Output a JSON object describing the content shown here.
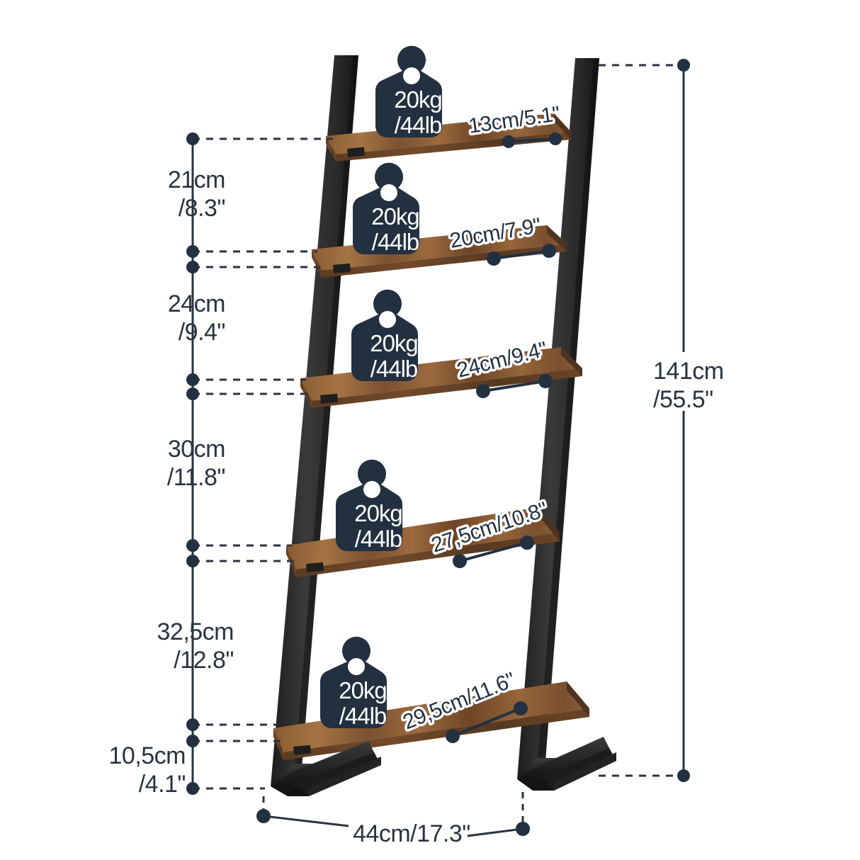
{
  "diagram": {
    "title": "Ladder Shelf Dimension Diagram",
    "colors": {
      "frame_black": "#2b2b2b",
      "wood_light": "#9a6b3d",
      "wood_mid": "#7d5330",
      "wood_dark": "#5e3d22",
      "navy": "#233040",
      "text": "#2a3340",
      "background": "#ffffff",
      "badge_text": "#ffffff"
    },
    "vertical_dimensions": [
      {
        "name": "shelf-gap-1",
        "cm": "21cm",
        "inch": "/8.3\""
      },
      {
        "name": "shelf-gap-2",
        "cm": "24cm",
        "inch": "/9.4\""
      },
      {
        "name": "shelf-gap-3",
        "cm": "30cm",
        "inch": "/11.8\""
      },
      {
        "name": "shelf-gap-4",
        "cm": "32,5cm",
        "inch": "/12.8\""
      },
      {
        "name": "floor-clearance",
        "cm": "10,5cm",
        "inch": "/4.1\""
      }
    ],
    "overall_height": {
      "cm": "141cm",
      "inch": "/55.5\""
    },
    "overall_width": {
      "label": "44cm/17.3\""
    },
    "shelf_depths": [
      {
        "name": "shelf-depth-1",
        "label": "13cm/5.1\""
      },
      {
        "name": "shelf-depth-2",
        "label": "20cm/7.9\""
      },
      {
        "name": "shelf-depth-3",
        "label": "24cm/9.4\""
      },
      {
        "name": "shelf-depth-4",
        "label": "27,5cm/10.8\""
      },
      {
        "name": "shelf-depth-5",
        "label": "29,5cm/11.6\""
      }
    ],
    "weight_badges": [
      {
        "name": "weight-badge-1",
        "line1": "20kg",
        "line2": "/44lb"
      },
      {
        "name": "weight-badge-2",
        "line1": "20kg",
        "line2": "/44lb"
      },
      {
        "name": "weight-badge-3",
        "line1": "20kg",
        "line2": "/44lb"
      },
      {
        "name": "weight-badge-4",
        "line1": "20kg",
        "line2": "/44lb"
      },
      {
        "name": "weight-badge-5",
        "line1": "20kg",
        "line2": "/44lb"
      }
    ]
  }
}
